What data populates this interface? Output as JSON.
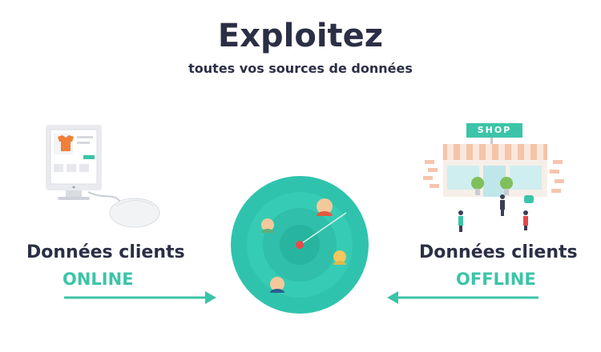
{
  "header": {
    "title": "Exploitez",
    "subtitle": "toutes vos sources de données"
  },
  "left": {
    "label": "Données clients",
    "tag": "ONLINE"
  },
  "right": {
    "label": "Données clients",
    "tag": "OFFLINE",
    "shop_sign": "SHOP"
  },
  "colors": {
    "accent": "#3cc4a8",
    "text": "#2b2f45",
    "target": "#2fc3ad",
    "center_dot": "#e8484a"
  },
  "icons": [
    "computer-icon",
    "mouse-icon",
    "shop-icon",
    "target-icon",
    "arrow-right-icon",
    "arrow-left-icon",
    "person-icon"
  ]
}
